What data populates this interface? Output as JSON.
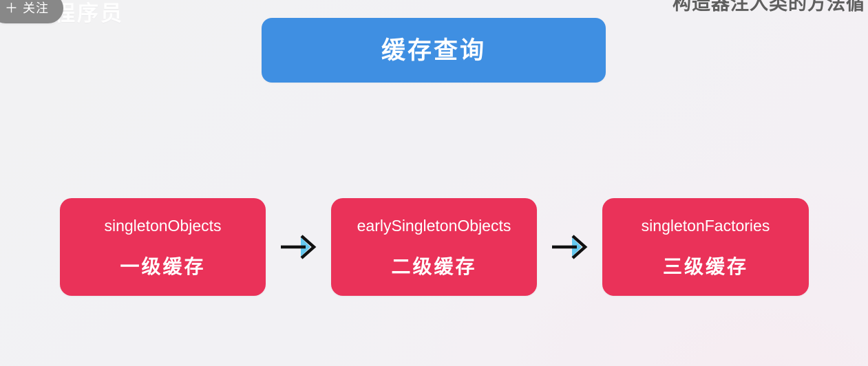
{
  "overlay": {
    "watermark_text": "程序员",
    "follow_button": {
      "icon": "plus-icon",
      "plus": "＋",
      "label": "关注"
    },
    "top_caption": "构造器注入类的方法循"
  },
  "header": {
    "title": "缓存查询"
  },
  "flow": {
    "boxes": [
      {
        "key": "singletonObjects",
        "level": "一级缓存"
      },
      {
        "key": "earlySingletonObjects",
        "level": "二级缓存"
      },
      {
        "key": "singletonFactories",
        "level": "三级缓存"
      }
    ],
    "arrows": [
      {
        "name": "arrow-1",
        "glyph": "→"
      },
      {
        "name": "arrow-2",
        "glyph": "→"
      }
    ]
  },
  "colors": {
    "background": "#f2f1f4",
    "header_blue": "#3f8fe2",
    "cache_red": "#ea3259",
    "follow_gray": "#888888",
    "arrow_black": "#111111",
    "arrow_cyan": "#64c8ef",
    "text_white": "#ffffff"
  }
}
